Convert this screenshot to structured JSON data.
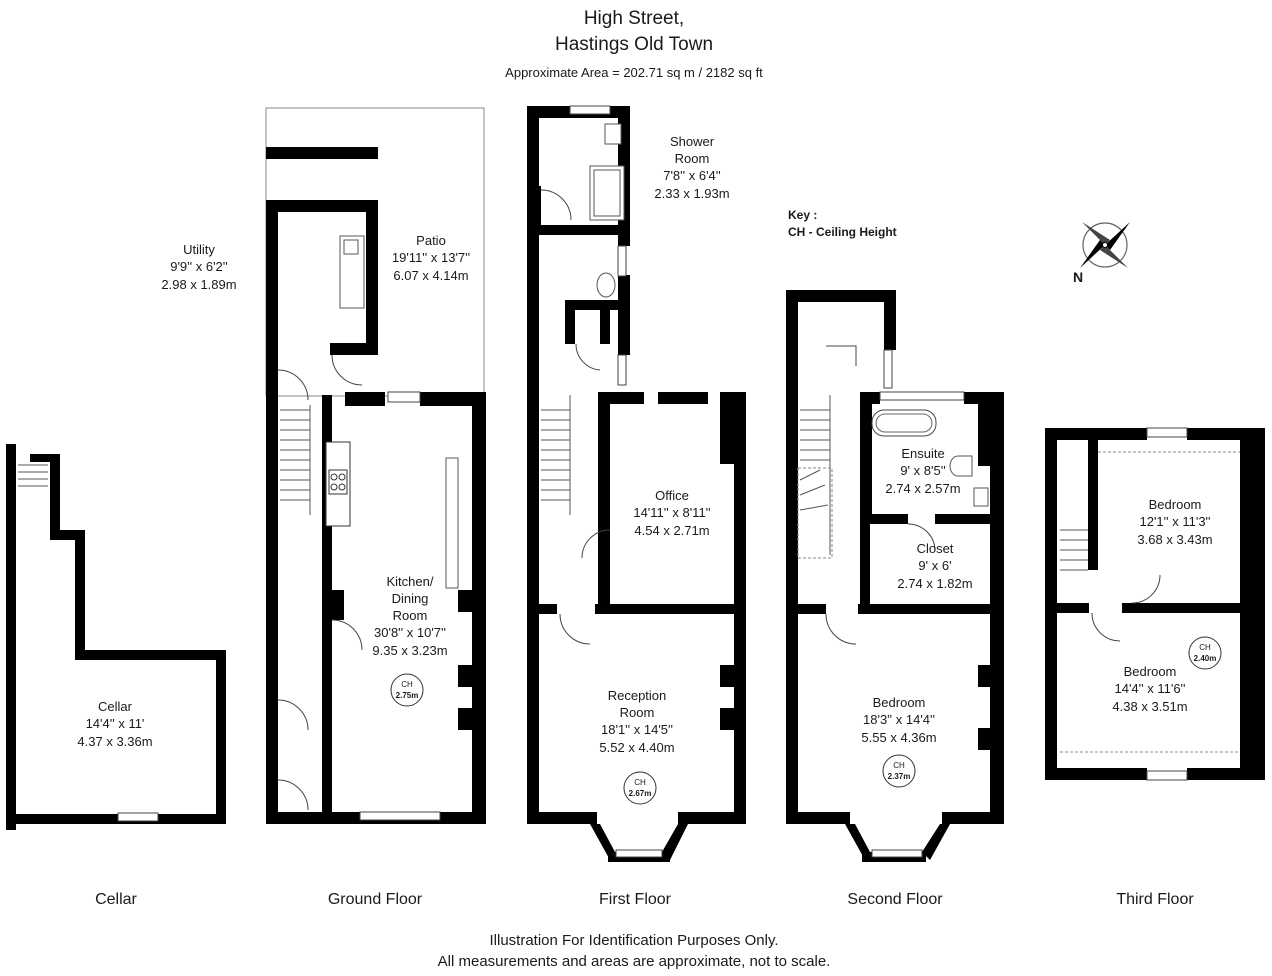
{
  "header": {
    "line1": "High Street,",
    "line2": "Hastings Old Town",
    "area": "Approximate Area =  202.71 sq m / 2182 sq ft"
  },
  "key": {
    "title": "Key :",
    "item": "CH - Ceiling Height"
  },
  "compass": {
    "label": "N"
  },
  "floors": {
    "cellar": "Cellar",
    "ground": "Ground Floor",
    "first": "First Floor",
    "second": "Second Floor",
    "third": "Third Floor"
  },
  "rooms": {
    "cellar": {
      "name": "Cellar",
      "imp": "14'4'' x 11'",
      "met": "4.37 x 3.36m"
    },
    "utility": {
      "name": "Utility",
      "imp": "9'9'' x 6'2''",
      "met": "2.98 x 1.89m"
    },
    "patio": {
      "name": "Patio",
      "imp": "19'11'' x 13'7''",
      "met": "6.07 x 4.14m"
    },
    "kitchen": {
      "name1": "Kitchen/",
      "name2": "Dining",
      "name3": "Room",
      "imp": "30'8'' x 10'7''",
      "met": "9.35 x 3.23m",
      "ch1": "CH",
      "ch2": "2.75m"
    },
    "shower": {
      "name1": "Shower",
      "name2": "Room",
      "imp": "7'8'' x 6'4''",
      "met": "2.33 x 1.93m"
    },
    "office": {
      "name": "Office",
      "imp": "14'11'' x 8'11''",
      "met": "4.54 x 2.71m"
    },
    "reception": {
      "name1": "Reception",
      "name2": "Room",
      "imp": "18'1'' x 14'5''",
      "met": "5.52 x 4.40m",
      "ch1": "CH",
      "ch2": "2.67m"
    },
    "ensuite": {
      "name": "Ensuite",
      "imp": "9' x 8'5''",
      "met": "2.74 x 2.57m"
    },
    "closet": {
      "name": "Closet",
      "imp": "9' x 6'",
      "met": "2.74 x 1.82m"
    },
    "bedroom2": {
      "name": "Bedroom",
      "imp": "18'3'' x 14'4''",
      "met": "5.55 x 4.36m",
      "ch1": "CH",
      "ch2": "2.37m"
    },
    "bedroom3a": {
      "name": "Bedroom",
      "imp": "12'1'' x 11'3''",
      "met": "3.68 x 3.43m"
    },
    "bedroom3b": {
      "name": "Bedroom",
      "imp": "14'4'' x 11'6''",
      "met": "4.38 x 3.51m",
      "ch1": "CH",
      "ch2": "2.40m"
    }
  },
  "footer": {
    "line1": "Illustration For Identification Purposes Only.",
    "line2": "All measurements and areas are approximate, not to scale."
  }
}
